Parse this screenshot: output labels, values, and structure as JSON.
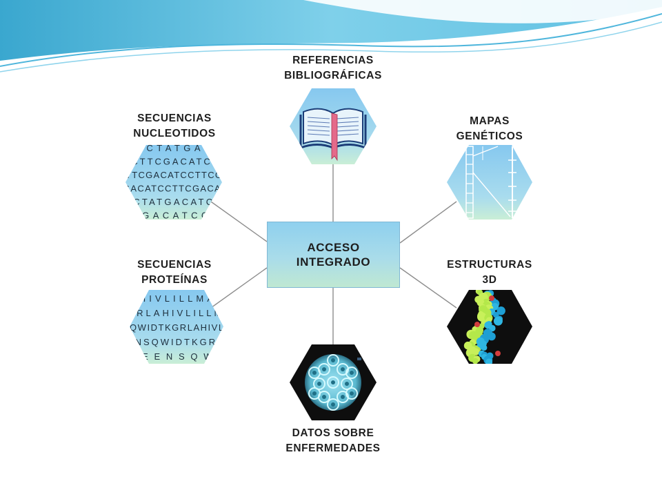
{
  "center": {
    "line1": "ACCESO",
    "line2": "INTEGRADO"
  },
  "nodes": {
    "referencias": {
      "line1": "REFERENCIAS",
      "line2": "BIBLIOGRÁFICAS"
    },
    "nucleotidos": {
      "line1": "SECUENCIAS",
      "line2": "NUCLEOTIDOS"
    },
    "mapas": {
      "line1": "MAPAS",
      "line2": "GENÉTICOS"
    },
    "proteinas": {
      "line1": "SECUENCIAS",
      "line2": "PROTEÍNAS"
    },
    "estructuras": {
      "line1": "ESTRUCTURAS",
      "line2": "3D"
    },
    "enfermedades": {
      "line1": "DATOS SOBRE",
      "line2": "ENFERMEDADES"
    }
  },
  "nucleotide_sequence_lines": [
    "CGCTATGACAT",
    "CCTTCGACATCCT",
    "TTCGACATCCTTCGA",
    "GACATCCTTCGACAT",
    "TCTATGACATCCT",
    "TCGACATCCTT"
  ],
  "protein_sequence_lines": [
    "AHIVLILLMARH",
    "GRLAHIVLILLMA",
    "QWIDTKGRLAHIVLIL",
    "ENSQWIDTKGRLA",
    "REENSQWID"
  ],
  "colors": {
    "hex_blue": "#8ecbee",
    "hex_green": "#c7ecd4",
    "connector": "#8d8d8d",
    "dark_hex": "#111111"
  }
}
